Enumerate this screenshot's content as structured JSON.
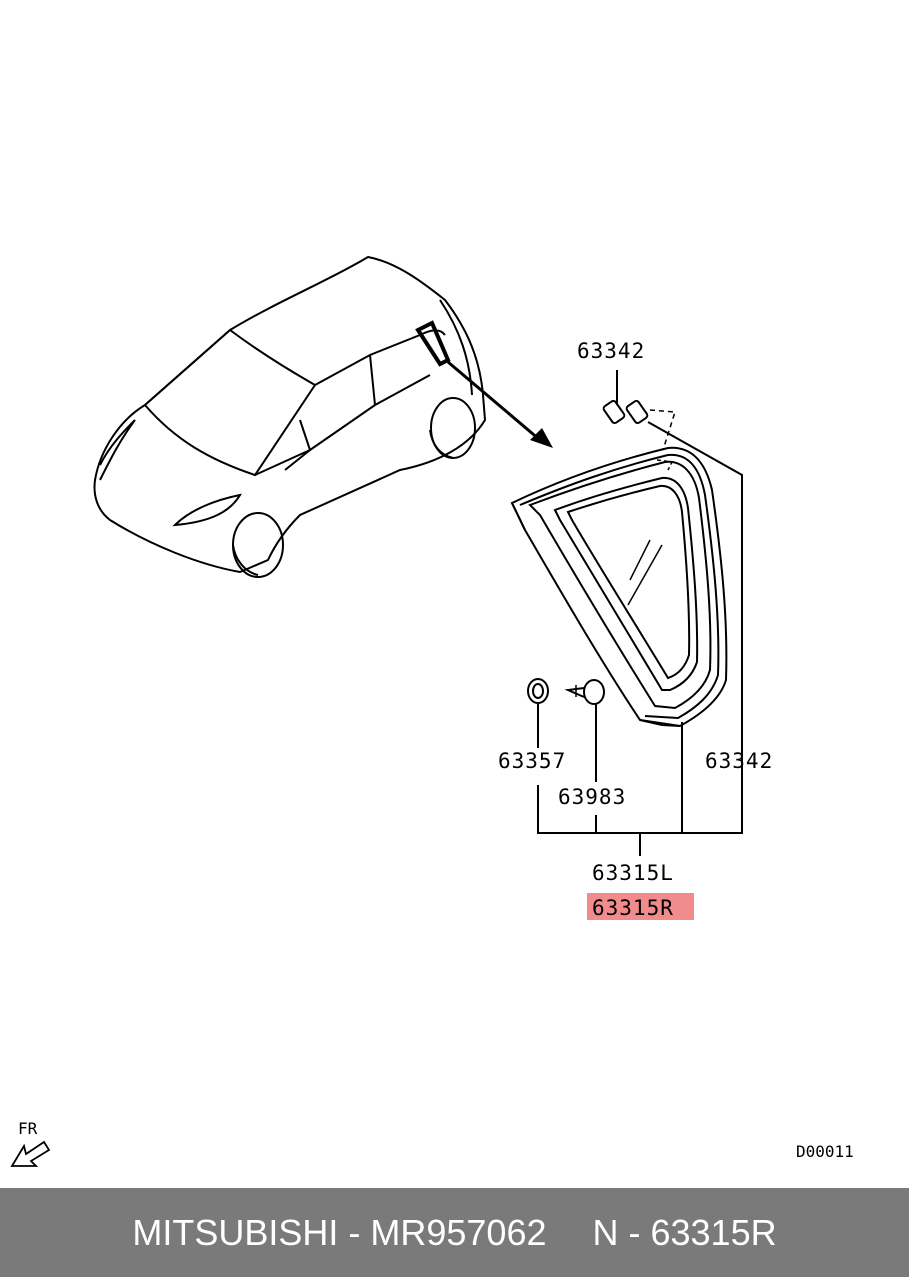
{
  "diagram": {
    "labels": {
      "top_63342": "63342",
      "right_63342": "63342",
      "p63357": "63357",
      "p63983": "63983",
      "p63315L": "63315L",
      "p63315R": "63315R"
    },
    "highlight_color": "#f28b8b",
    "direction_label": "FR",
    "diagram_code": "D00011"
  },
  "footer": {
    "brand_part": "MITSUBISHI - MR957062",
    "ref": "N - 63315R"
  }
}
